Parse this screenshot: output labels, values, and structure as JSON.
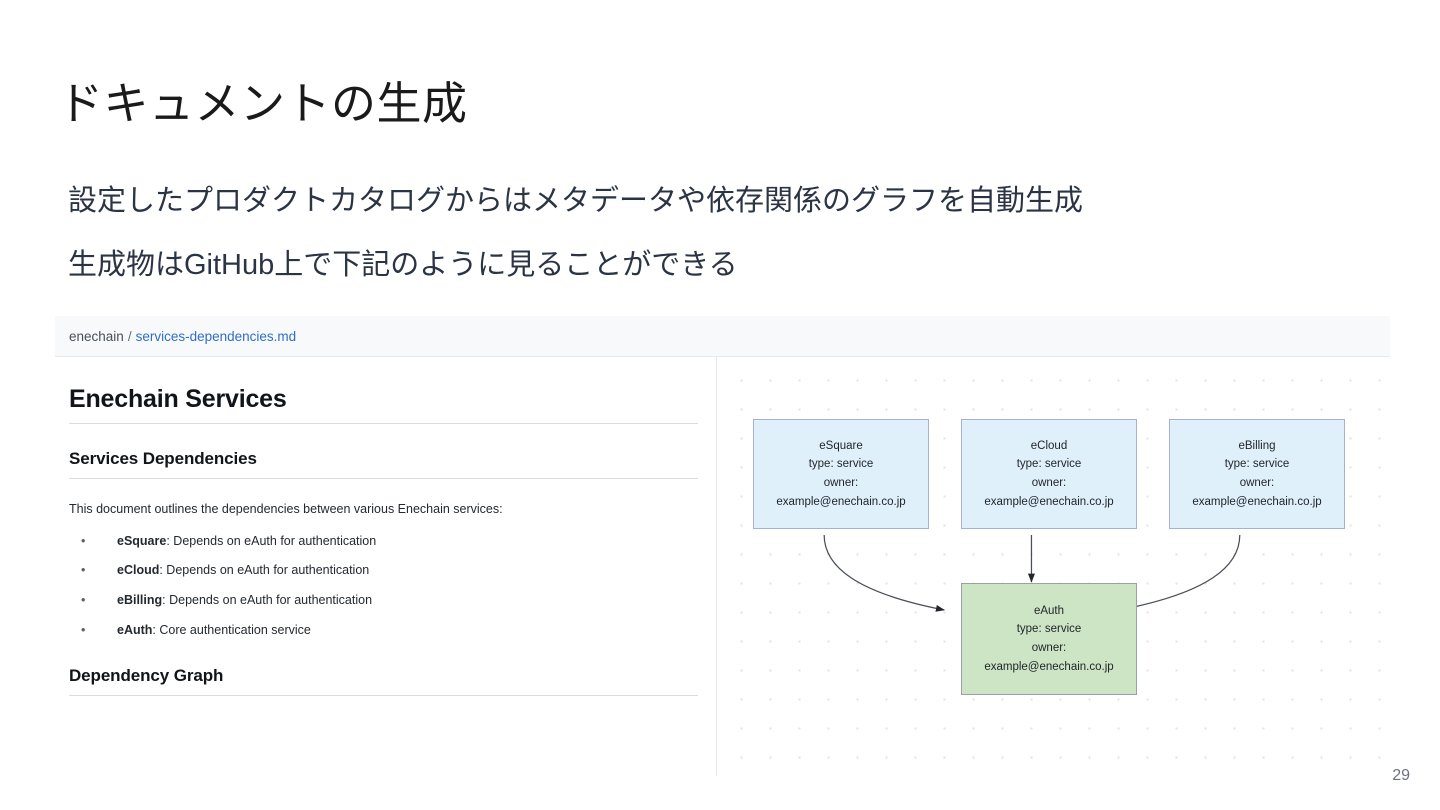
{
  "slide": {
    "title": "ドキュメントの生成",
    "subtitle_line1": "設定したプロダクトカタログからはメタデータや依存関係のグラフを自動生成",
    "subtitle_line2": "生成物はGitHub上で下記のように見ることができる",
    "page_number": "29"
  },
  "github_view": {
    "breadcrumb": {
      "root": "enechain",
      "separator": "/",
      "file": "services-dependencies.md"
    },
    "markdown": {
      "h1": "Enechain Services",
      "h2_dependencies": "Services Dependencies",
      "intro": "This document outlines the dependencies between various Enechain services:",
      "bullet_char": "•",
      "items": [
        {
          "name": "eSquare",
          "desc": ": Depends on eAuth for authentication"
        },
        {
          "name": "eCloud",
          "desc": ": Depends on eAuth for authentication"
        },
        {
          "name": "eBilling",
          "desc": ": Depends on eAuth for authentication"
        },
        {
          "name": "eAuth",
          "desc": ": Core authentication service"
        }
      ],
      "h2_graph": "Dependency Graph"
    },
    "diagram": {
      "type": "dependency-graph",
      "nodes": [
        {
          "id": "eSquare",
          "name": "eSquare",
          "type_line": "type: service",
          "owner_label": "owner:",
          "owner_value": "example@enechain.co.jp",
          "color": "#e0f0fb"
        },
        {
          "id": "eCloud",
          "name": "eCloud",
          "type_line": "type: service",
          "owner_label": "owner:",
          "owner_value": "example@enechain.co.jp",
          "color": "#e0f0fb"
        },
        {
          "id": "eBilling",
          "name": "eBilling",
          "type_line": "type: service",
          "owner_label": "owner:",
          "owner_value": "example@enechain.co.jp",
          "color": "#e0f0fb"
        },
        {
          "id": "eAuth",
          "name": "eAuth",
          "type_line": "type: service",
          "owner_label": "owner:",
          "owner_value": "example@enechain.co.jp",
          "color": "#cde5c4"
        }
      ],
      "edges": [
        {
          "from": "eSquare",
          "to": "eAuth"
        },
        {
          "from": "eCloud",
          "to": "eAuth"
        },
        {
          "from": "eBilling",
          "to": "eAuth"
        }
      ]
    }
  },
  "colors": {
    "link": "#2f6fc4",
    "service_node": "#e0f0fb",
    "auth_node": "#cde5c4",
    "breadcrumb_bg": "#f7f9fb"
  }
}
